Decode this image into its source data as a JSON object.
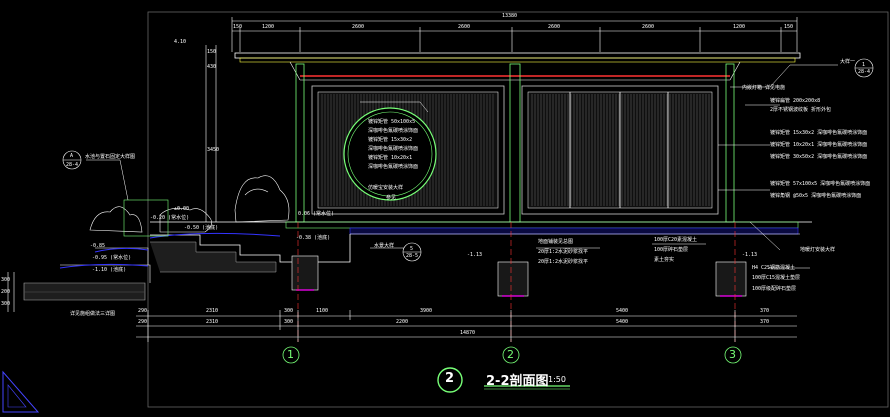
{
  "drawing": {
    "section_number": "2",
    "title": "2-2剖面图",
    "scale": "1:50"
  },
  "dimensions_top": [
    "13380",
    "150",
    "1200",
    "2600",
    "2600",
    "2600",
    "2600",
    "1200",
    "150"
  ],
  "dimensions_bottom_row1": [
    "290",
    "2310",
    "300",
    "1100",
    "3900",
    "5400",
    "370"
  ],
  "dimensions_bottom_row2": [
    "290",
    "2310",
    "300",
    "2200",
    "5400",
    "370"
  ],
  "dimensions_bottom_row3": [
    "14870"
  ],
  "dimensions_left": [
    "4.10",
    "150",
    "430",
    "3450",
    "300",
    "200",
    "300"
  ],
  "axes": [
    "1",
    "2",
    "3"
  ],
  "elevations": {
    "top": "4.10",
    "e0": "±0.00",
    "e1": "-0.20 (常水位)",
    "e2": "-0.50 (池底)",
    "e3": "-0.85",
    "e4": "-0.95 (常水位)",
    "e5": "-1.10 (池底)",
    "e6": "-0.38 (池底)",
    "e7": "0.06 (常水位)",
    "e8": "-1.13",
    "e9": "-1.13"
  },
  "left_notes": {
    "rock_note": "水池与置石固定大样图",
    "rock_ref_top": "A",
    "rock_ref_bottom": "28-4",
    "bottom_note": "详见施组做法三详图"
  },
  "center_notes": [
    "镀锌矩管 50x100x5",
    "深咖啡色氟碳喷涂饰面",
    "镀锌矩管 15x30x2",
    "深咖啡色氟碳喷涂饰面",
    "镀锌矩管 10x20x1",
    "深咖啡色氟碳喷涂饰面",
    "仿暖宝安装大样",
    "参见"
  ],
  "right_notes": [
    "内嵌灯箱  详见电施",
    "镀锌扁管 200x200x8",
    "2厚不锈钢波纹板 折形外包",
    "镀锌矩管 15x30x2  深咖啡色氟碳喷涂饰面",
    "镀锌矩管 10x20x1  深咖啡色氟碳喷涂饰面",
    "镀锌矩管 30x50x2  深咖啡色氟碳喷涂饰面",
    "镀锌矩管 57x100x5  深咖啡色氟碳喷涂饰面",
    "镀锌角钢 @50x5  深咖啡色氟碳喷涂饰面"
  ],
  "detail_ref": {
    "label": "大样一",
    "top": "1",
    "bottom": "28-4"
  },
  "water_ref": {
    "label": "水景大样",
    "top": "5",
    "bottom": "28-5"
  },
  "light_note": "地暖灯安装大样",
  "base_notes_mid": [
    "地面铺装见总图",
    "20厚1:2水泥砂浆找平",
    "20厚1:2水泥砂浆找平"
  ],
  "base_notes_mid2": [
    "100厚C20素混凝土",
    "100厚碎石垫层",
    "素土夯实"
  ],
  "base_notes_right": [
    "H4  C25钢筋混凝土",
    "100厚C15混凝土垫层",
    "100厚级配碎石垫层"
  ]
}
